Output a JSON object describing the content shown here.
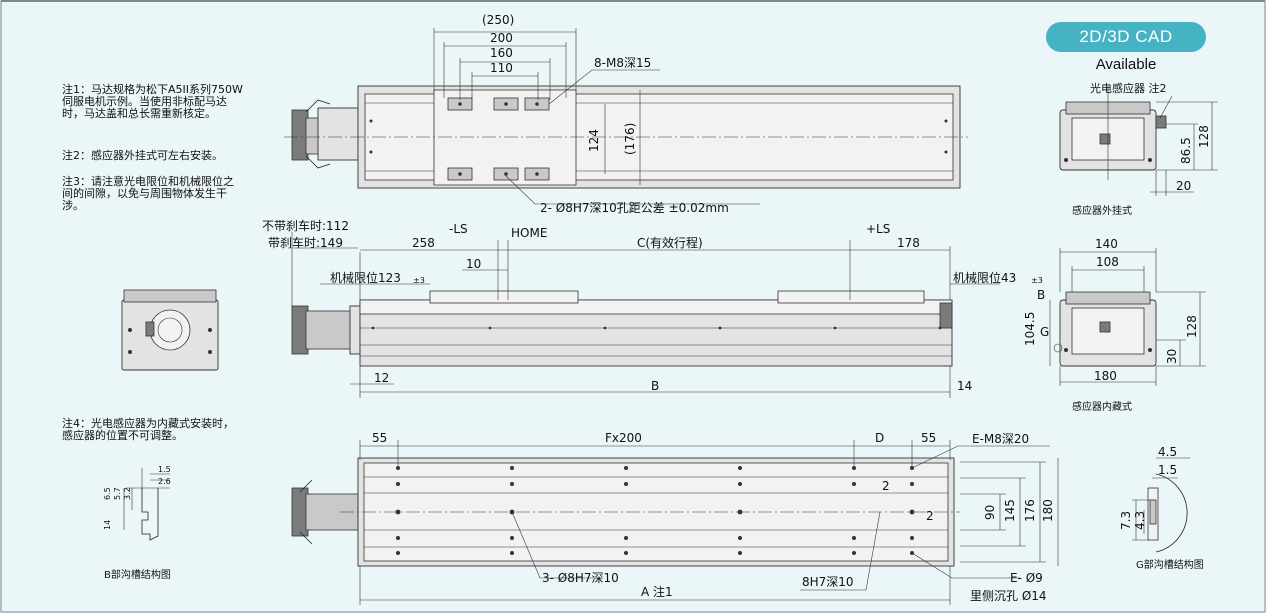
{
  "badge": {
    "title": "2D/3D CAD",
    "subtitle": "Available"
  },
  "notes": {
    "note1": "注1：马达规格为松下A5II系列750W\n伺服电机示例。当使用非标配马达\n时，马达盖和总长需重新核定。",
    "note2": "注2：感应器外挂式可左右安装。",
    "note3": "注3：请注意光电限位和机械限位之\n间的间隙，以免与周围物体发生干\n涉。",
    "note4": "注4：光电感应器为内藏式安装时，\n感应器的位置不可调整。"
  },
  "top_view": {
    "d250": "(250)",
    "d200": "200",
    "d160": "160",
    "d110": "110",
    "m8": "8-M8深15",
    "d124": "124",
    "d176": "(176)",
    "pin": "2- Ø8H7深10孔距公差 ±0.02mm"
  },
  "side_view": {
    "no_brake": "不带刹车时:112",
    "with_brake": "带刹车时:149",
    "d258": "258",
    "ls_minus": "-LS",
    "home": "HOME",
    "stroke": "C(有效行程)",
    "ls_plus": "+LS",
    "d178": "178",
    "d10": "10",
    "mech_left": "机械限位123",
    "mech_right": "机械限位43",
    "tol": "±3",
    "d12": "12",
    "b": "B",
    "d14": "14"
  },
  "bottom_view": {
    "d55a": "55",
    "fx": "Fx200",
    "d": "D",
    "d55b": "55",
    "em8": "E-M8深20",
    "d2a": "2",
    "d2b": "2",
    "d90": "90",
    "d145": "145",
    "d176": "176",
    "d180": "180",
    "pin": "3- Ø8H7深10",
    "pin2": "8H7深10",
    "e9": "E- Ø9",
    "counterbore": "里侧沉孔 Ø14",
    "a": "A 注1"
  },
  "end_view_outer": {
    "sensor": "光电感应器 注2",
    "d86": "86.5",
    "d128": "128",
    "d20": "20",
    "caption": "感应器外挂式"
  },
  "end_view_inner": {
    "d140": "140",
    "d108": "108",
    "b": "B",
    "g": "G",
    "d104": "104.5",
    "d128": "128",
    "d30": "30",
    "d180": "180",
    "caption": "感应器内藏式"
  },
  "detail_b": {
    "d15": "1.5",
    "d26": "2.6",
    "d65": "6.5",
    "d57": "5.7",
    "d32": "3.2",
    "d14": "14",
    "caption": "B部沟槽结构图"
  },
  "detail_g": {
    "d45": "4.5",
    "d15": "1.5",
    "d73": "7.3",
    "d43": "4.3",
    "caption": "G部沟槽结构图"
  }
}
